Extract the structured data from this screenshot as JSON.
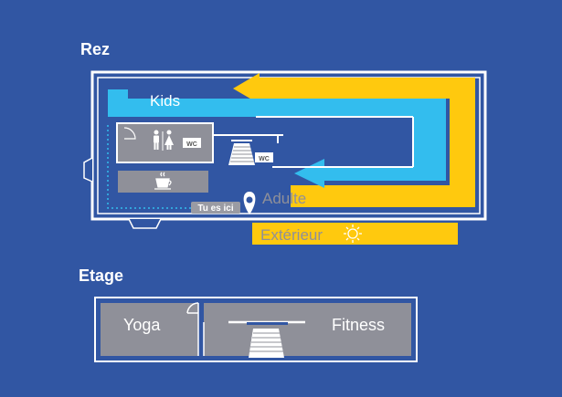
{
  "floors": {
    "rez": {
      "title": "Rez",
      "zones": {
        "kids": "Kids",
        "adulte": "Adulte",
        "exterieur": "Extérieur"
      },
      "wc_label": "WC",
      "you_are_here": "Tu es ici"
    },
    "etage": {
      "title": "Etage",
      "rooms": {
        "yoga": "Yoga",
        "fitness": "Fitness"
      }
    }
  },
  "icons": [
    "toilets-icon",
    "wc-sign-icon",
    "coffee-icon",
    "sun-icon",
    "location-pin-icon",
    "stairs-icon"
  ],
  "colors": {
    "background": "#3156a3",
    "kids_zone": "#33bdee",
    "adulte_zone": "#ffc90e",
    "rooms": "#8f9099",
    "walls": "#ffffff"
  }
}
